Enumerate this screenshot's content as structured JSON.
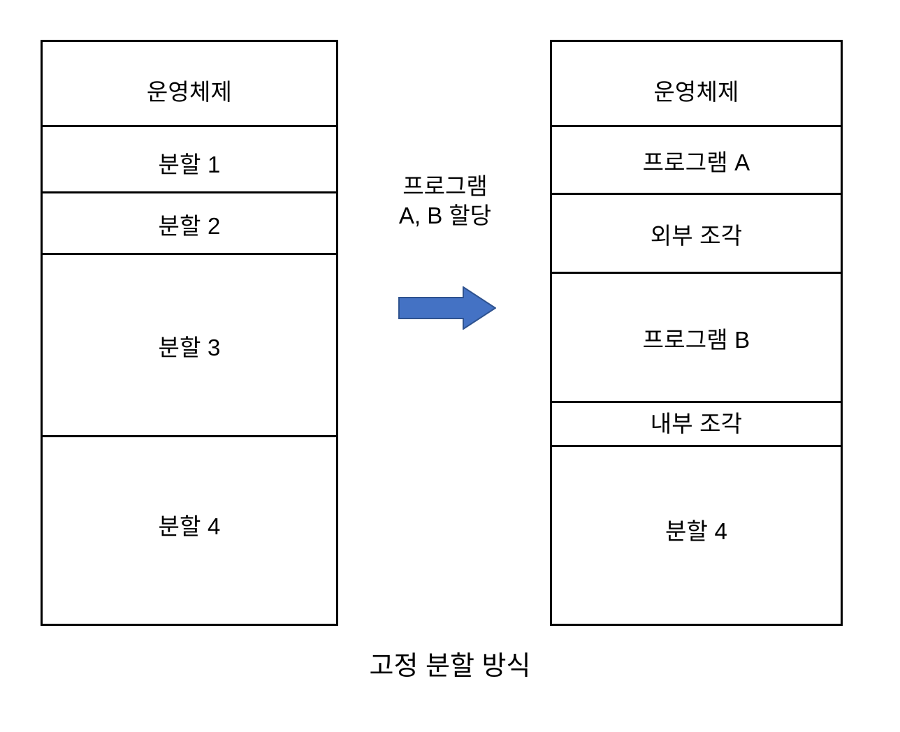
{
  "diagram": {
    "caption": "고정 분할 방식",
    "colors": {
      "background": "#ffffff",
      "outline": "#000000",
      "text": "#000000",
      "arrow_fill": "#4472c4",
      "arrow_stroke": "#2e528f"
    }
  },
  "before": {
    "title": "운영체제",
    "cells": [
      {
        "label": "운영체제"
      },
      {
        "label": "분할 1"
      },
      {
        "label": "분할 2"
      },
      {
        "label": "분할 3"
      },
      {
        "label": "분할 4"
      }
    ]
  },
  "after": {
    "title": "운영체제",
    "cells": [
      {
        "label": "운영체제"
      },
      {
        "label": "프로그램 A"
      },
      {
        "label": "외부 조각"
      },
      {
        "label": "프로그램 B"
      },
      {
        "label": "내부 조각"
      },
      {
        "label": "분할 4"
      }
    ]
  },
  "transition": {
    "label": "프로그램\nA, B 할당",
    "arrow_icon": "arrow-right-icon",
    "arrow_direction": "right"
  }
}
